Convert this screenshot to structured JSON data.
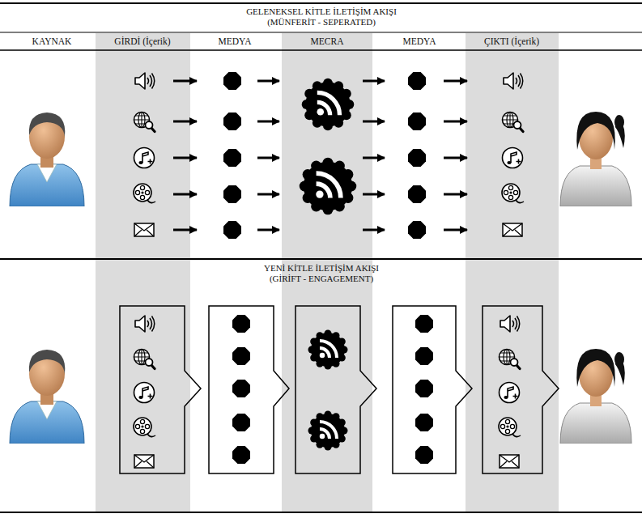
{
  "diagram": {
    "labels": [
      "GELENEKSEL KİTLE İLETİŞİM AKIŞI",
      "(MÜNFERİT - SEPERATED)",
      "KAYNAK",
      "GİRDİ (İçerik)",
      "MEDYA",
      "MECRA",
      "MEDYA",
      "ÇIKTI (İçerik)",
      "YENİ KİTLE İLETİŞİM AKIŞI",
      "(GİRİFT - ENGAGEMENT)"
    ]
  }
}
